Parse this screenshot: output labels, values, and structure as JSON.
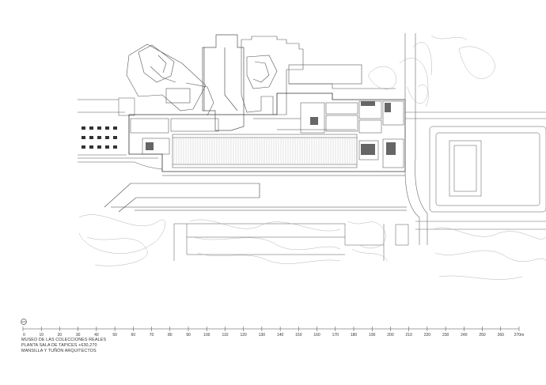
{
  "drawing": {
    "title_lines": [
      "MUSEO DE LAS COLECCIONES REALES",
      "PLANTA SALA DE TAPICES +630,270",
      "MANSILLA Y TUÑÓN ARQUITECTOS"
    ]
  },
  "scale_bar": {
    "ticks": [
      "0",
      "10",
      "20",
      "30",
      "40",
      "50",
      "60",
      "70",
      "80",
      "90",
      "100",
      "110",
      "120",
      "130",
      "140",
      "150",
      "160",
      "170",
      "180",
      "190",
      "200",
      "210",
      "220",
      "230",
      "240",
      "250",
      "260",
      "270m"
    ]
  },
  "icons": {
    "north_arrow": "north-arrow-icon"
  },
  "colors": {
    "line": "#333333",
    "light_line": "#9a9a9a",
    "fill_dark": "#444444"
  }
}
